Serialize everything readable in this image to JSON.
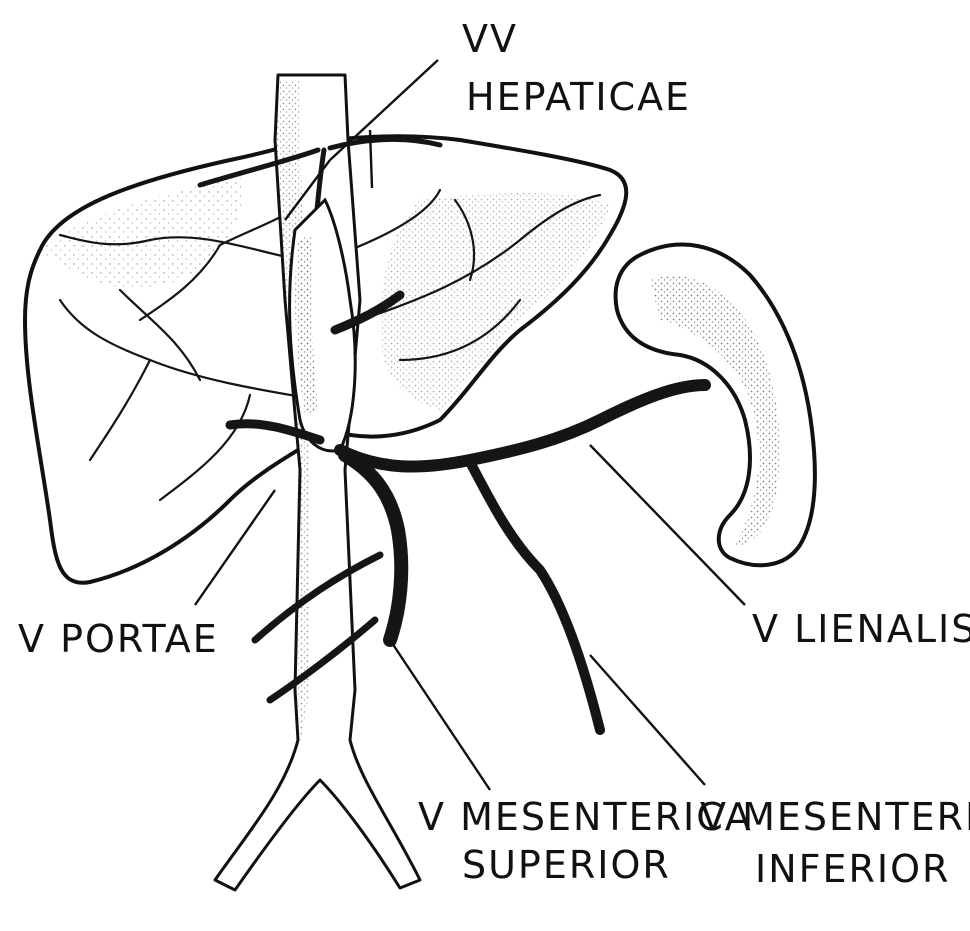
{
  "labels": {
    "vv_hepaticae_line1": "VV",
    "vv_hepaticae_line2": "HEPATICAE",
    "v_portae": "V PORTAE",
    "v_lienalis": "V LIENALIS",
    "v_mesenterica_superior_line1": "V MESENTERICA",
    "v_mesenterica_superior_line2": "SUPERIOR",
    "v_mesenterica_inferior_line1": "V MESENTERICA",
    "v_mesenterica_inferior_line2": "INFERIOR"
  },
  "colors": {
    "ink": "#111111",
    "paper": "#ffffff"
  }
}
